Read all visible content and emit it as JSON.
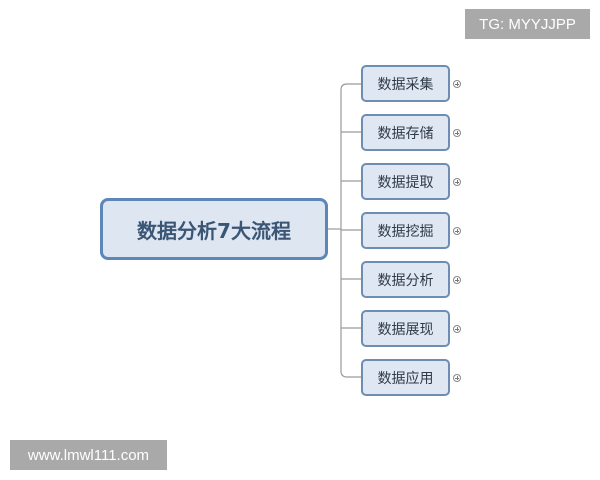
{
  "root": {
    "label": "数据分析7大流程"
  },
  "children": [
    {
      "label": "数据采集"
    },
    {
      "label": "数据存储"
    },
    {
      "label": "数据提取"
    },
    {
      "label": "数据挖掘"
    },
    {
      "label": "数据分析"
    },
    {
      "label": "数据展现"
    },
    {
      "label": "数据应用"
    }
  ],
  "watermarks": {
    "top_right": "TG: MYYJJPP",
    "bottom_left": "www.lmwl111.com"
  },
  "colors": {
    "root_border": "#5d87b8",
    "root_fill": "#dde6f1",
    "child_border": "#6d8db3",
    "child_fill": "#dfe7f2",
    "connector": "#9a9a9a"
  }
}
